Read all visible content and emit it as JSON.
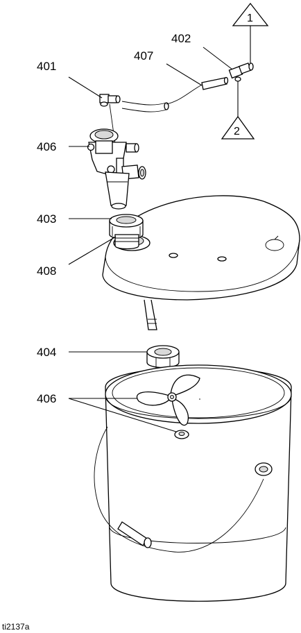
{
  "callouts": {
    "c401": "401",
    "c402": "402",
    "c407": "407",
    "c406_top": "406",
    "c403": "403",
    "c408": "408",
    "c404": "404",
    "c406_bottom": "406"
  },
  "triangles": {
    "t1": "1",
    "t2": "2"
  },
  "figure_id": "ti2137a"
}
